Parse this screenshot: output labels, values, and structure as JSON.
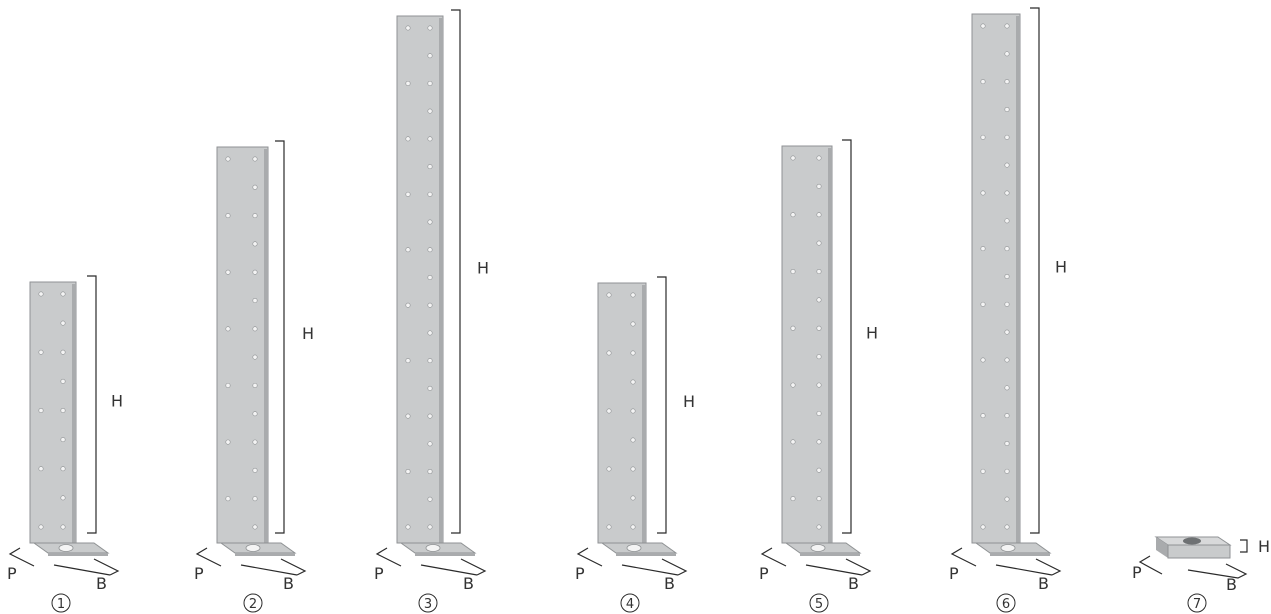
{
  "labels": {
    "height": "H",
    "depth": "P",
    "width": "B"
  },
  "items": [
    {
      "number": "1",
      "rows": 9
    },
    {
      "number": "2",
      "rows": 14
    },
    {
      "number": "3",
      "rows": 19
    },
    {
      "number": "4",
      "rows": 9
    },
    {
      "number": "5",
      "rows": 14
    },
    {
      "number": "6",
      "rows": 19
    },
    {
      "number": "7"
    }
  ],
  "colors": {
    "plate": "#c9cbcc",
    "plate_edge": "#8f9294",
    "plate_side": "#a9abad",
    "holes": "#f4f4f4",
    "lines": "#2b2b2b",
    "text": "#333333"
  }
}
